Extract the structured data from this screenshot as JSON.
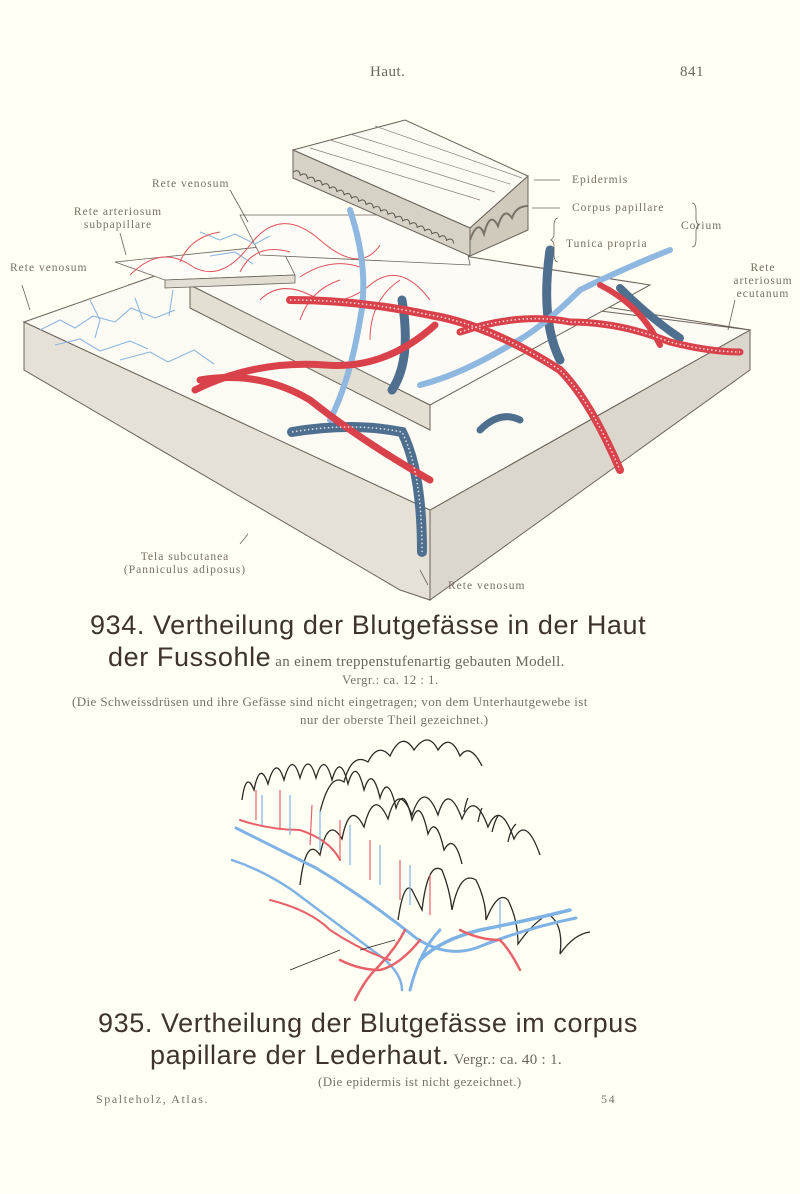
{
  "header": {
    "running_title": "Haut.",
    "page_number": "841"
  },
  "figure_934": {
    "labels": {
      "rete_venosum_top": "Rete venosum",
      "rete_arteriosum_subpapillare_line1": "Rete arteriosum",
      "rete_arteriosum_subpapillare_line2": "subpapillare",
      "rete_venosum_left": "Rete venosum",
      "epidermis": "Epidermis",
      "corpus_papillare": "Corpus papillare",
      "tunica_propria": "Tunica propria",
      "corium": "Corium",
      "rete_arteriosum_cutaneum_line1": "Rete",
      "rete_arteriosum_cutaneum_line2": "arteriosum",
      "rete_arteriosum_cutaneum_line3": "ecutanum",
      "tela_subcutanea_line1": "Tela subcutanea",
      "tela_subcutanea_line2": "(Panniculus adiposus)",
      "rete_venosum_bottom": "Rete venosum"
    },
    "caption": {
      "number_title": "934. Vertheilung der Blutgefässe in der Haut",
      "title_line2": "der Fussohle",
      "title_line2_rest": "an einem treppenstufenartig gebauten Modell.",
      "magnification": "Vergr.: ca. 12 : 1.",
      "note_line1": "(Die Schweissdrüsen und ihre Gefässe sind nicht eingetragen; von dem Unterhautgewebe ist",
      "note_line2": "nur der oberste Theil gezeichnet.)"
    },
    "colors": {
      "artery": "#d9414b",
      "vein_dark": "#4f6f8f",
      "vein_light": "#8fb8e0",
      "block": "#e9e5dc"
    }
  },
  "figure_935": {
    "caption": {
      "number_title": "935. Vertheilung der Blutgefässe im corpus",
      "title_line2": "papillare der Lederhaut.",
      "magnification": "Vergr.: ca. 40 : 1.",
      "note": "(Die epidermis ist nicht gezeichnet.)"
    },
    "colors": {
      "artery": "#e8606a",
      "vein": "#7fb2e4",
      "outline": "#2e2824"
    }
  },
  "footer": {
    "source": "Spalteholz, Atlas.",
    "signature": "54"
  }
}
